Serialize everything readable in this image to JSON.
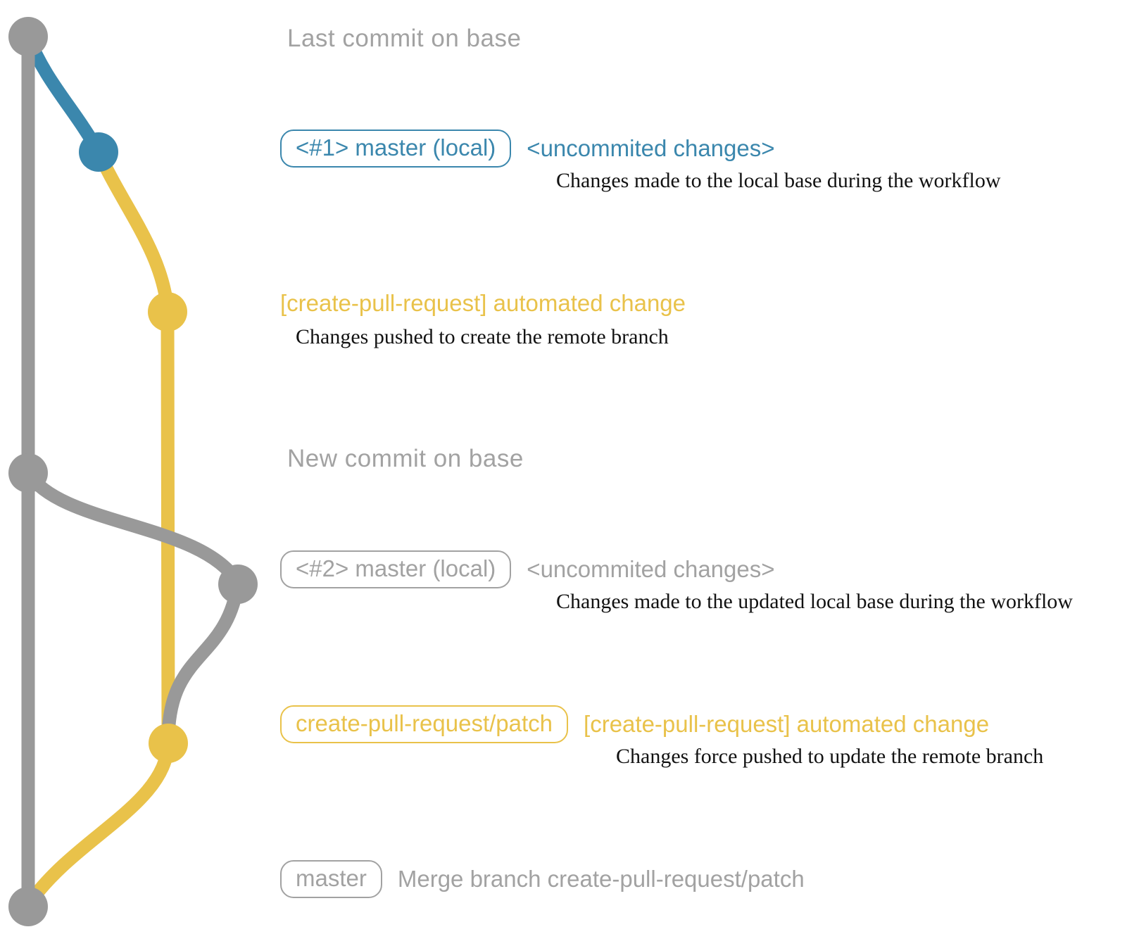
{
  "colors": {
    "background": "#ffffff",
    "graph_gray": "#999999",
    "blue": "#3b87ad",
    "yellow": "#e9c24a",
    "gray_text": "#a2a2a2",
    "note_black": "#121212"
  },
  "graph": {
    "branches": [
      {
        "name": "base (remote master)",
        "color": "#999999"
      },
      {
        "name": "local master #1",
        "color": "#3b87ad"
      },
      {
        "name": "create-pull-request/patch",
        "color": "#e9c24a"
      },
      {
        "name": "local master #2",
        "color": "#999999"
      }
    ],
    "commit_dots": [
      {
        "label": "Last commit on base",
        "color": "#999999"
      },
      {
        "label": "<#1> master (local) <uncommited changes>",
        "color": "#3b87ad"
      },
      {
        "label": "[create-pull-request] automated change",
        "color": "#e9c24a"
      },
      {
        "label": "New commit on base",
        "color": "#999999"
      },
      {
        "label": "<#2> master (local) <uncommited changes>",
        "color": "#999999"
      },
      {
        "label": "create-pull-request/patch [create-pull-request] automated change",
        "color": "#e9c24a"
      },
      {
        "label": "master Merge branch create-pull-request/patch",
        "color": "#999999"
      }
    ]
  },
  "annotations": {
    "last_commit_caption": "Last commit on base",
    "row1": {
      "branch_label": "<#1> master (local)",
      "commit_message": "<uncommited changes>",
      "description": "Changes made to the local base during the workflow"
    },
    "row2": {
      "commit_message": "[create-pull-request] automated change",
      "description": "Changes pushed to create the remote branch"
    },
    "new_commit_caption": "New commit on base",
    "row3": {
      "branch_label": "<#2> master (local)",
      "commit_message": "<uncommited changes>",
      "description": "Changes made to the updated local base during the workflow"
    },
    "row4": {
      "branch_label": "create-pull-request/patch",
      "commit_message": "[create-pull-request] automated change",
      "description": "Changes force pushed to update the remote branch"
    },
    "row5": {
      "branch_label": "master",
      "commit_message": "Merge branch create-pull-request/patch"
    }
  }
}
